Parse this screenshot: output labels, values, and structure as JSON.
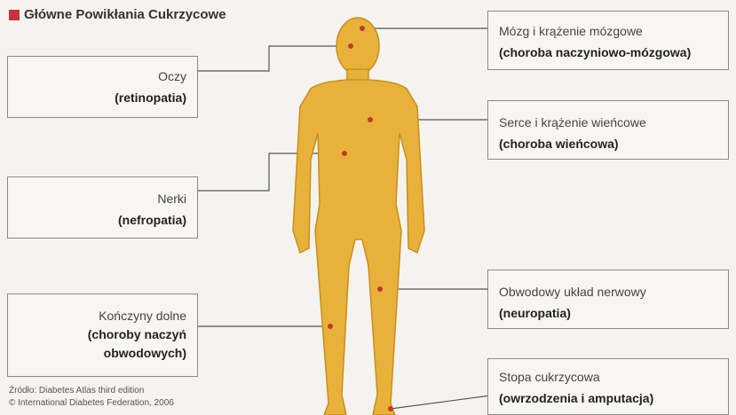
{
  "title": "Główne Powikłania Cukrzycowe",
  "colors": {
    "accent": "#c8323c",
    "body": "#e8b23a",
    "point": "#c0392b"
  },
  "labels": {
    "eyes": {
      "name": "Oczy",
      "condition": "(retinopatia)"
    },
    "kidneys": {
      "name": "Nerki",
      "condition": "(nefropatia)"
    },
    "limbs": {
      "name": "Kończyny dolne",
      "condition_line1": "(choroby naczyń",
      "condition_line2": "obwodowych)"
    },
    "brain": {
      "name": "Mózg i krążenie mózgowe",
      "condition": "(choroba naczyniowo-mózgowa)"
    },
    "heart": {
      "name": "Serce i krążenie wieńcowe",
      "condition": "(choroba wieńcowa)"
    },
    "nerve": {
      "name": "Obwodowy układ nerwowy",
      "condition": "(neuropatia)"
    },
    "foot": {
      "name": "Stopa cukrzycowa",
      "condition": "(owrzodzenia i amputacja)"
    }
  },
  "source": {
    "line1": "Źródło: Diabetes Atlas third edition",
    "line2": "© International Diabetes Federation, 2006"
  }
}
